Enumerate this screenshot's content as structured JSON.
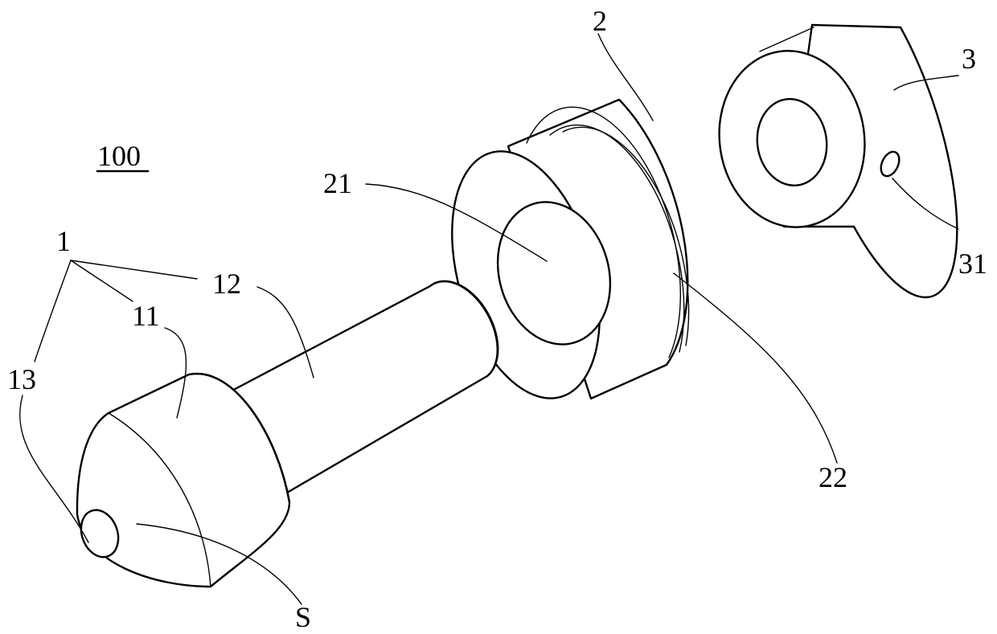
{
  "figure": {
    "reference_number": "100",
    "labels": {
      "part_1": "1",
      "part_2": "2",
      "part_3": "3",
      "part_11": "11",
      "part_12": "12",
      "part_13": "13",
      "part_21": "21",
      "part_22": "22",
      "part_31": "31",
      "surface_s": "S"
    }
  }
}
